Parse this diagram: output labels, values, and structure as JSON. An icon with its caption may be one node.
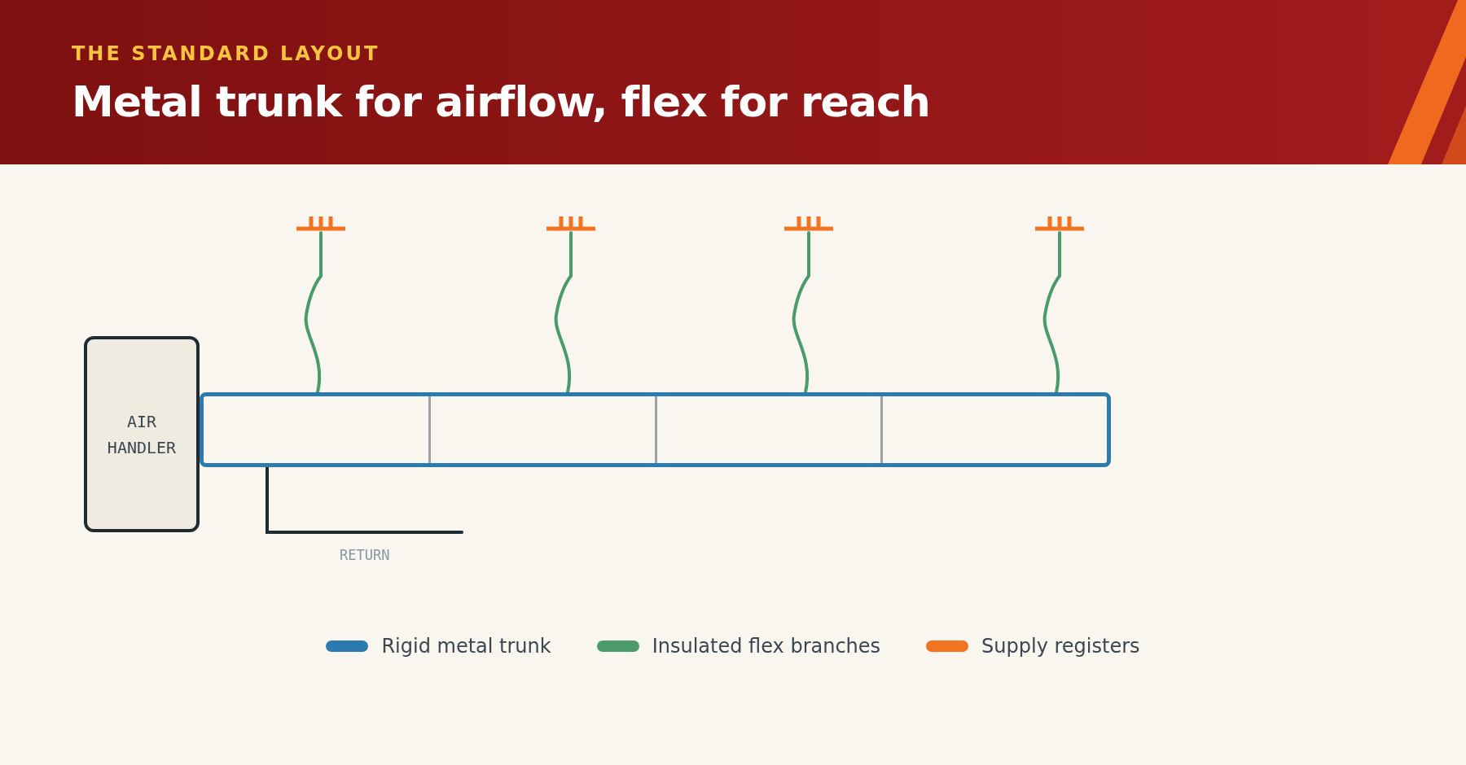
{
  "diagram": {
    "title": "Metal trunk for airflow, flex for reach",
    "nodes": [
      {
        "text": [
          "AIR HANDLER"
        ]
      },
      {
        "text": [],
        "shape": "box"
      },
      {
        "text": [],
        "shape": "bar"
      },
      {
        "text": [],
        "shape": "bar"
      },
      {
        "text": [],
        "shape": "bar"
      },
      {
        "text": [],
        "shape": "bar"
      }
    ],
    "edges": [
      {
        "from": 1,
        "to": 2,
        "arrow": "none",
        "color": "#4a9a6a"
      },
      {
        "from": 1,
        "to": 3,
        "arrow": "none",
        "color": "#4a9a6a"
      },
      {
        "from": 1,
        "to": 4,
        "arrow": "none",
        "color": "#4a9a6a"
      },
      {
        "from": 1,
        "to": 5,
        "arrow": "none",
        "color": "#4a9a6a"
      },
      {
        "from": 1,
        "to": null,
        "arrow": "none",
        "label": "RETURN",
        "color": "#1f2a33"
      }
    ],
    "labels": [
      "THE STANDARD LAYOUT"
    ],
    "legend": [
      {
        "text": "Rigid metal trunk",
        "color": "#2b7bb0"
      },
      {
        "text": "Insulated flex branches",
        "color": "#4a9a6a"
      },
      {
        "text": "Supply registers",
        "color": "#f27420"
      }
    ]
  }
}
